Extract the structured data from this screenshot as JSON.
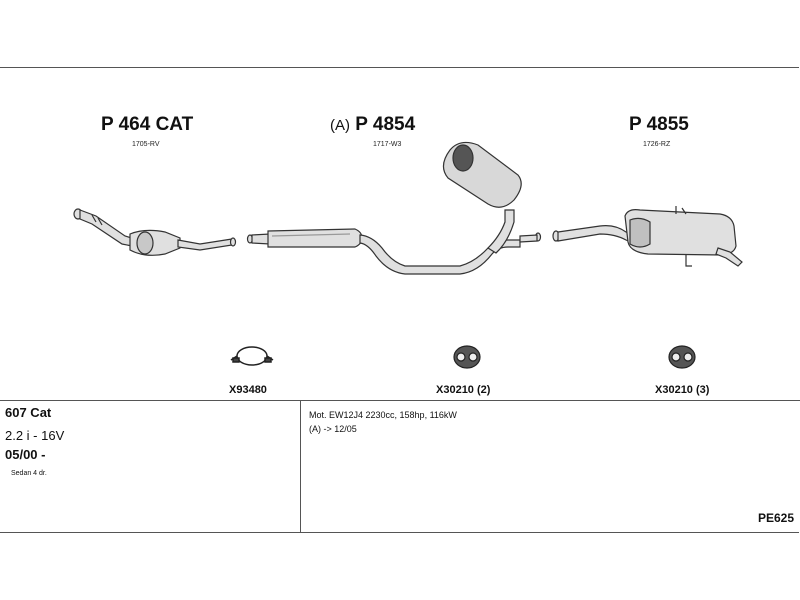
{
  "parts": [
    {
      "code": "P 464 CAT",
      "sub": "1705-RV",
      "prefix": ""
    },
    {
      "code": "P 4854",
      "sub": "1717-W3",
      "prefix": "(A)"
    },
    {
      "code": "P 4855",
      "sub": "1726-RZ",
      "prefix": ""
    }
  ],
  "accessories": [
    {
      "label": "X93480",
      "icon": "clamp-icon"
    },
    {
      "label": "X30210 (2)",
      "icon": "rubber-mount-icon"
    },
    {
      "label": "X30210 (3)",
      "icon": "rubber-mount-icon"
    }
  ],
  "vehicle": {
    "model": "607 Cat",
    "engine": "2.2 i - 16V",
    "date": "05/00 -",
    "body": "Sedan 4 dr."
  },
  "notes": {
    "motor": "Mot. EW12J4 2230cc, 158hp, 116kW",
    "range": "(A) -> 12/05"
  },
  "reference": "PE625",
  "colors": {
    "line": "#333333",
    "fill": "#d9d9d9",
    "shade": "#a8a8a8"
  }
}
